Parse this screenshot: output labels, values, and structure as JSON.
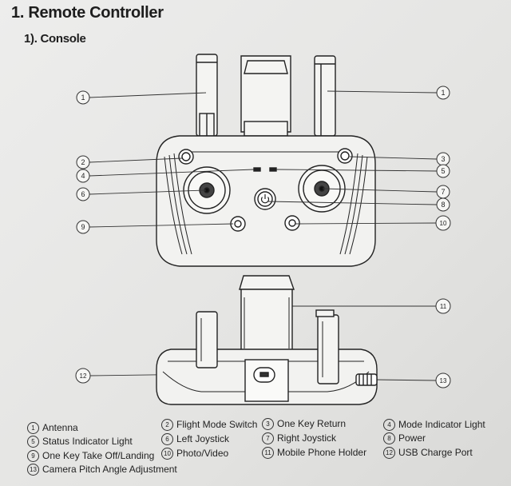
{
  "heading": "1. Remote Controller",
  "subheading": "1). Console",
  "callouts": {
    "c1a": "1",
    "c1b": "1",
    "c2": "2",
    "c3": "3",
    "c4": "4",
    "c5": "5",
    "c6": "6",
    "c7": "7",
    "c8": "8",
    "c9": "9",
    "c10": "10",
    "c11": "11",
    "c12": "12",
    "c13": "13"
  },
  "legend": [
    {
      "num": "1",
      "label": "Antenna"
    },
    {
      "num": "2",
      "label": "Flight Mode Switch"
    },
    {
      "num": "3",
      "label": "One Key Return"
    },
    {
      "num": "4",
      "label": "Mode Indicator Light"
    },
    {
      "num": "5",
      "label": "Status Indicator Light"
    },
    {
      "num": "6",
      "label": "Left Joystick"
    },
    {
      "num": "7",
      "label": "Right Joystick"
    },
    {
      "num": "8",
      "label": "Power"
    },
    {
      "num": "9",
      "label": "One Key Take Off/Landing"
    },
    {
      "num": "10",
      "label": "Photo/Video"
    },
    {
      "num": "11",
      "label": "Mobile Phone Holder"
    },
    {
      "num": "12",
      "label": "USB Charge Port"
    },
    {
      "num": "13",
      "label": "Camera Pitch Angle Adjustment"
    }
  ],
  "icons": {
    "power": "power-icon"
  }
}
